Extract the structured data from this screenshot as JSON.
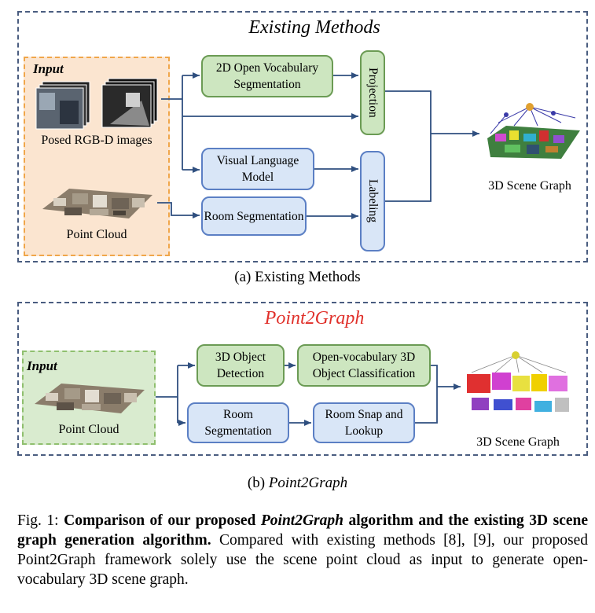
{
  "figure_a": {
    "title": "Existing Methods",
    "input_label": "Input",
    "rgbd_label": "Posed RGB-D images",
    "pointcloud_label": "Point Cloud",
    "nodes": {
      "seg2d": "2D Open Vocabulary Segmentation",
      "vlm": "Visual Language Model",
      "room_seg": "Room Segmentation",
      "projection": "Projection",
      "labeling": "Labeling"
    },
    "output_label": "3D Scene Graph",
    "subcaption": "(a) Existing Methods"
  },
  "figure_b": {
    "title": "Point2Graph",
    "title_color": "#e0302a",
    "input_label": "Input",
    "pointcloud_label": "Point Cloud",
    "nodes": {
      "det3d": "3D Object Detection",
      "classify": "Open-vocabulary 3D Object Classification",
      "room_seg": "Room Segmentation",
      "snap": "Room Snap and Lookup"
    },
    "output_label": "3D Scene Graph",
    "subcaption_prefix": "(b) ",
    "subcaption_name": "Point2Graph"
  },
  "caption": {
    "fig_label": "Fig. 1: ",
    "bold_1": "Comparison of our proposed ",
    "bold_italic": "Point2Graph",
    "bold_2": " algorithm and the existing 3D scene graph generation algorithm.",
    "normal": " Compared with existing methods [8], [9], our proposed Point2Graph framework solely use the scene point cloud as input to generate open-vocabulary 3D scene graph."
  },
  "colors": {
    "frame": "#4a5d80",
    "arrow": "#2f4f7f",
    "green_node": "#cde6c0",
    "blue_node": "#d9e6f7",
    "input_orange": "#fbe5d0",
    "input_green": "#d9ebcf"
  }
}
